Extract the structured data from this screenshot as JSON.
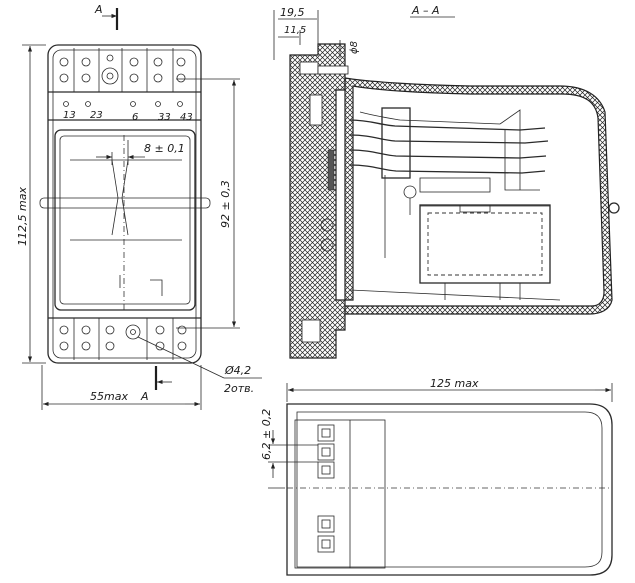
{
  "front_view": {
    "section_marker_top": "A",
    "section_marker_bottom": "A",
    "terminal_numbers": [
      "13",
      "23",
      "6",
      "33",
      "43"
    ],
    "dim_height": "112,5 max",
    "dim_width": "55max",
    "dim_mount": "92 ± 0,3",
    "dim_gap": "8 ± 0,1",
    "hole_diameter": "Ø4,2",
    "hole_count": "2отв."
  },
  "section_view": {
    "title": "А – А",
    "dim_19_5": "19,5",
    "dim_11_5": "11,5",
    "dim_phi8": "ϕ8"
  },
  "top_view": {
    "dim_length": "125 max",
    "dim_pitch": "6,2 ± 0,2"
  }
}
